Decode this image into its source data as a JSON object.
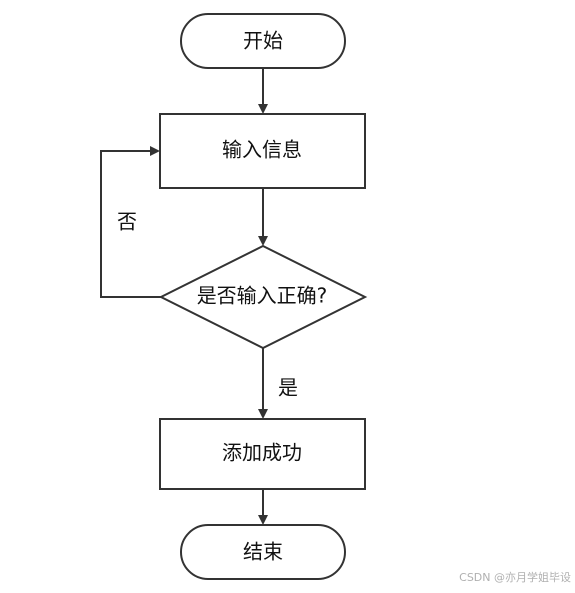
{
  "flowchart": {
    "start_label": "开始",
    "input_label": "输入信息",
    "decision_label": "是否输入正确?",
    "no_label": "否",
    "yes_label": "是",
    "success_label": "添加成功",
    "end_label": "结束"
  },
  "watermark": "CSDN @亦月学姐毕设",
  "colors": {
    "stroke": "#333333",
    "text": "#111111",
    "background": "#ffffff"
  }
}
